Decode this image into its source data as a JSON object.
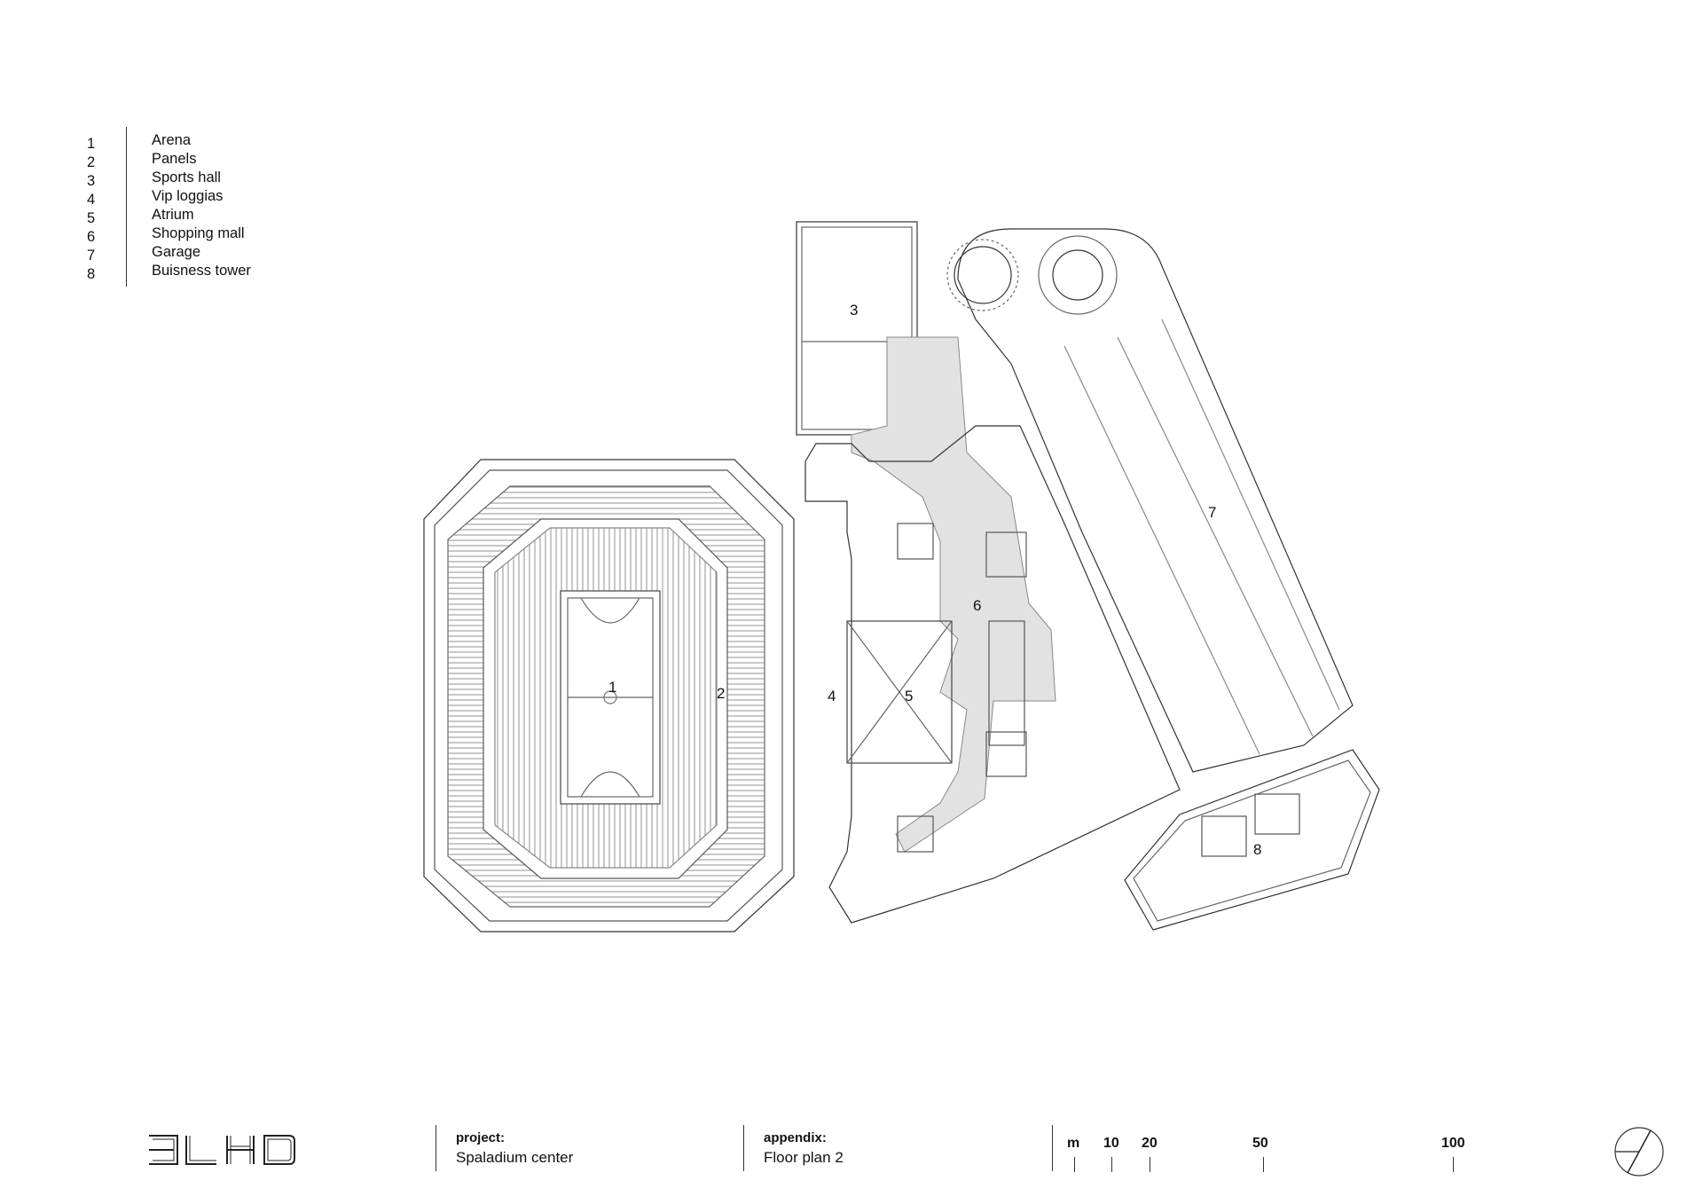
{
  "legend": [
    {
      "num": "1",
      "label": "Arena"
    },
    {
      "num": "2",
      "label": "Panels"
    },
    {
      "num": "3",
      "label": "Sports hall"
    },
    {
      "num": "4",
      "label": "Vip loggias"
    },
    {
      "num": "5",
      "label": "Atrium"
    },
    {
      "num": "6",
      "label": "Shopping mall"
    },
    {
      "num": "7",
      "label": "Garage"
    },
    {
      "num": "8",
      "label": "Buisness tower"
    }
  ],
  "plan_numbers": [
    "1",
    "2",
    "3",
    "4",
    "5",
    "6",
    "7",
    "8"
  ],
  "footer": {
    "logo_text": "3LHD",
    "project_label": "project:",
    "project_value": "Spaladium center",
    "appendix_label": "appendix:",
    "appendix_value": "Floor plan 2",
    "scale_unit": "m",
    "scale_marks": [
      "10",
      "20",
      "50",
      "100"
    ]
  },
  "icons": {
    "north": "north-arrow-icon"
  }
}
